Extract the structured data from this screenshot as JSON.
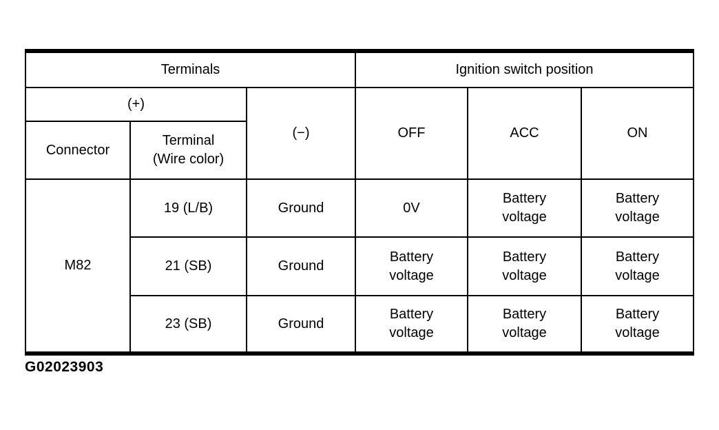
{
  "table": {
    "headers": {
      "terminals": "Terminals",
      "ignition_switch_position": "Ignition switch position",
      "plus": "(+)",
      "minus": "(−)",
      "connector": "Connector",
      "terminal_wire_color": "Terminal\n(Wire color)",
      "positions": [
        "OFF",
        "ACC",
        "ON"
      ]
    },
    "connector": "M82",
    "rows": [
      {
        "terminal": "19 (L/B)",
        "minus": "Ground",
        "off": "0V",
        "acc": "Battery\nvoltage",
        "on": "Battery\nvoltage"
      },
      {
        "terminal": "21 (SB)",
        "minus": "Ground",
        "off": "Battery\nvoltage",
        "acc": "Battery\nvoltage",
        "on": "Battery\nvoltage"
      },
      {
        "terminal": "23 (SB)",
        "minus": "Ground",
        "off": "Battery\nvoltage",
        "acc": "Battery\nvoltage",
        "on": "Battery\nvoltage"
      }
    ]
  },
  "caption": "G02023903",
  "colors": {
    "border": "#000000",
    "text": "#000000",
    "background": "#ffffff"
  }
}
